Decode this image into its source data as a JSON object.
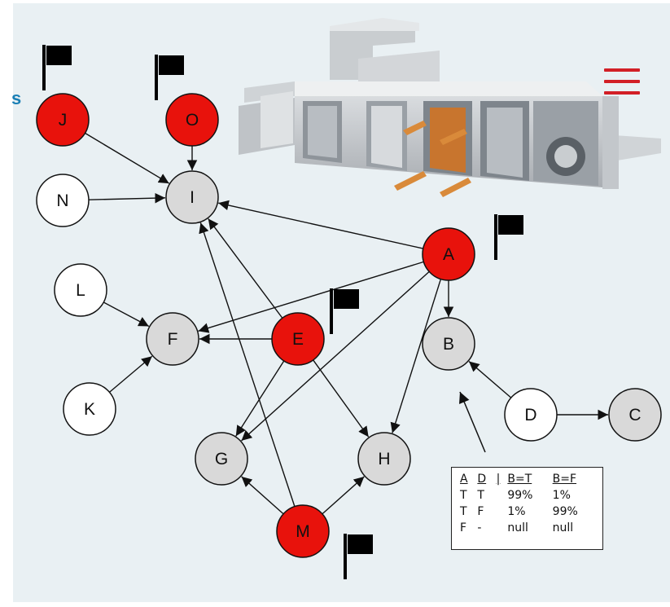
{
  "banner_fragment": "s",
  "colors": {
    "flagged_node": "#e8120c",
    "query_node": "#d9d9d9",
    "plain_node": "#ffffff",
    "edge": "#111111",
    "menu": "#d21f26",
    "background": "#e9f0f3"
  },
  "icons": [
    "menu-icon",
    "flag-icon",
    "air-handling-unit-image"
  ],
  "nodes": [
    {
      "id": "J",
      "label": "J",
      "style": "flagged",
      "flag": true
    },
    {
      "id": "O",
      "label": "O",
      "style": "flagged",
      "flag": true
    },
    {
      "id": "N",
      "label": "N",
      "style": "plain",
      "flag": false
    },
    {
      "id": "I",
      "label": "I",
      "style": "query",
      "flag": false
    },
    {
      "id": "A",
      "label": "A",
      "style": "flagged",
      "flag": true
    },
    {
      "id": "L",
      "label": "L",
      "style": "plain",
      "flag": false
    },
    {
      "id": "F",
      "label": "F",
      "style": "query",
      "flag": false
    },
    {
      "id": "E",
      "label": "E",
      "style": "flagged",
      "flag": true
    },
    {
      "id": "B",
      "label": "B",
      "style": "query",
      "flag": false
    },
    {
      "id": "K",
      "label": "K",
      "style": "plain",
      "flag": false
    },
    {
      "id": "D",
      "label": "D",
      "style": "plain",
      "flag": false
    },
    {
      "id": "C",
      "label": "C",
      "style": "query",
      "flag": false
    },
    {
      "id": "G",
      "label": "G",
      "style": "query",
      "flag": false
    },
    {
      "id": "H",
      "label": "H",
      "style": "query",
      "flag": false
    },
    {
      "id": "M",
      "label": "M",
      "style": "flagged",
      "flag": true
    }
  ],
  "edges": [
    {
      "from": "J",
      "to": "I"
    },
    {
      "from": "O",
      "to": "I"
    },
    {
      "from": "N",
      "to": "I"
    },
    {
      "from": "A",
      "to": "I"
    },
    {
      "from": "A",
      "to": "F"
    },
    {
      "from": "A",
      "to": "B"
    },
    {
      "from": "A",
      "to": "G"
    },
    {
      "from": "A",
      "to": "H"
    },
    {
      "from": "L",
      "to": "F"
    },
    {
      "from": "K",
      "to": "F"
    },
    {
      "from": "E",
      "to": "F"
    },
    {
      "from": "E",
      "to": "I"
    },
    {
      "from": "E",
      "to": "G"
    },
    {
      "from": "E",
      "to": "H"
    },
    {
      "from": "M",
      "to": "I"
    },
    {
      "from": "M",
      "to": "G"
    },
    {
      "from": "M",
      "to": "H"
    },
    {
      "from": "D",
      "to": "B"
    },
    {
      "from": "D",
      "to": "C"
    }
  ],
  "cpt": {
    "header": [
      "A",
      "D",
      "|",
      "B=T",
      "B=F"
    ],
    "rows": [
      [
        "T",
        "T",
        "",
        "99%",
        "1%"
      ],
      [
        "T",
        "F",
        "",
        "1%",
        "99%"
      ],
      [
        "F",
        "-",
        "",
        "null",
        "null"
      ]
    ]
  }
}
